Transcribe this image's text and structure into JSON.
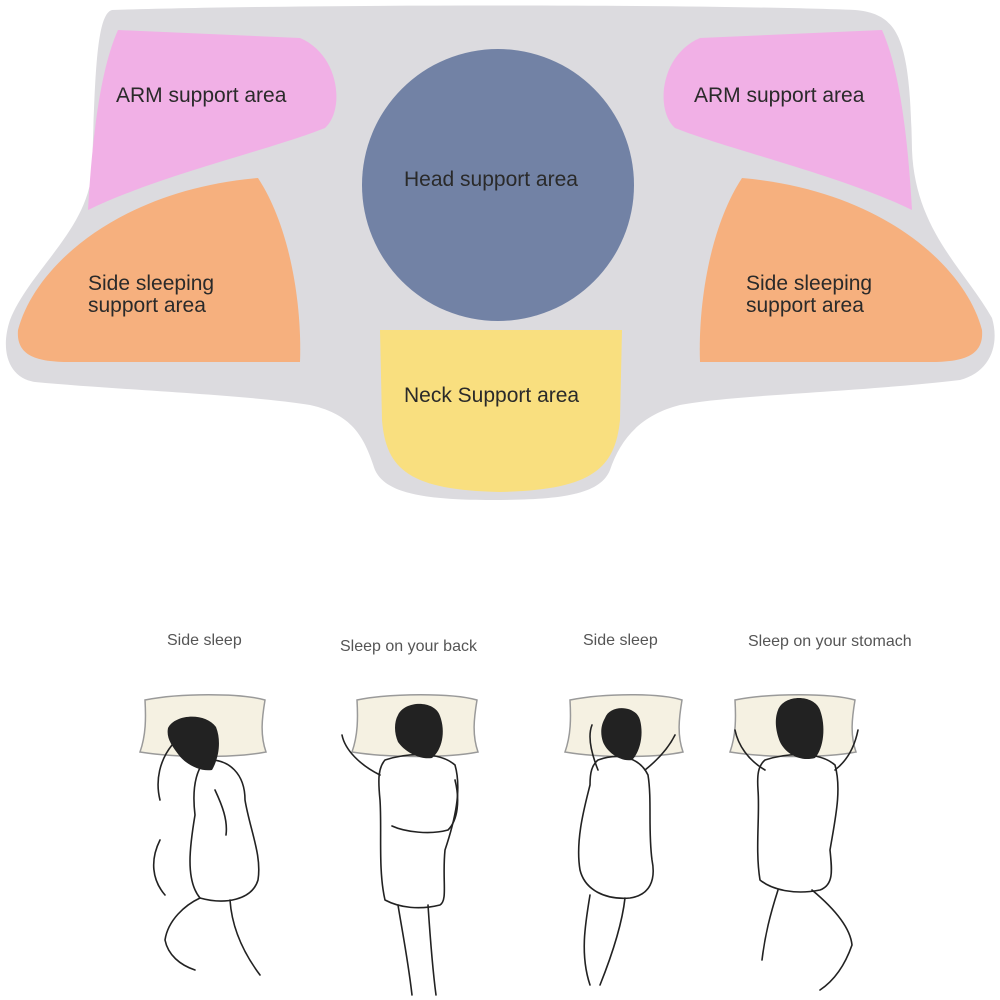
{
  "colors": {
    "pillow": "#dcdbdf",
    "arm": "#f1b0e6",
    "side": "#f6b07e",
    "head": "#7282a5",
    "neck": "#f9df7f",
    "line": "#222222",
    "pillow_icon": "#f5f1e2"
  },
  "zones": {
    "arm_left": "ARM support area",
    "arm_right": "ARM support area",
    "head": "Head support area",
    "side_left_line1": "Side sleeping",
    "side_left_line2": "support area",
    "side_right_line1": "Side sleeping",
    "side_right_line2": "support area",
    "neck": "Neck Support area"
  },
  "positions": [
    "Side sleep",
    "Sleep on your back",
    "Side sleep",
    "Sleep on your stomach"
  ]
}
